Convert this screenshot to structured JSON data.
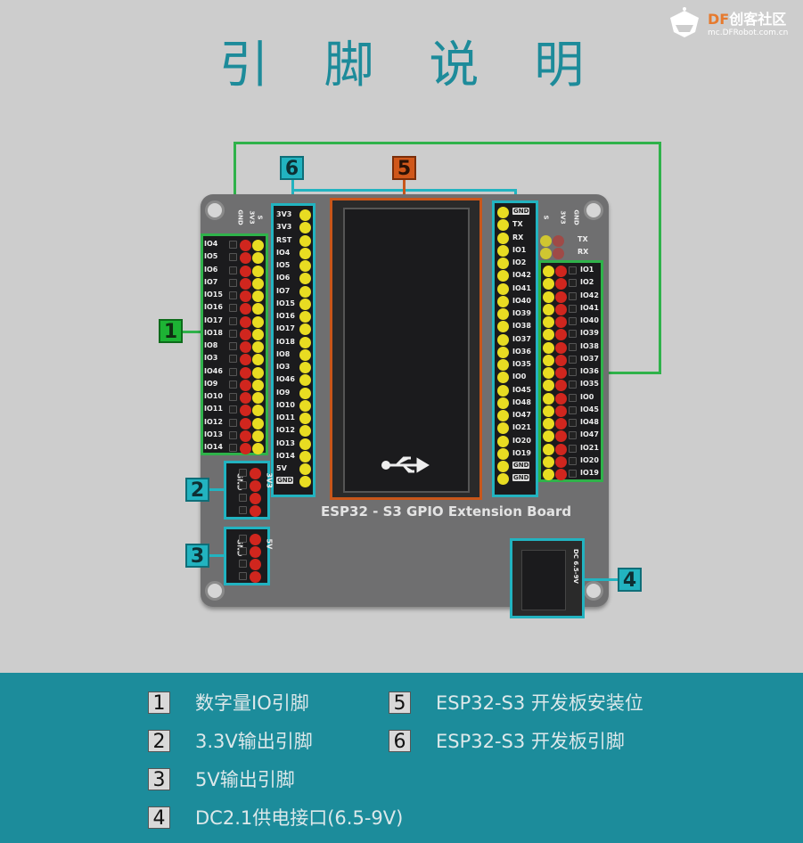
{
  "title": "引 脚 说 明",
  "logo": {
    "brand_df": "DF",
    "brand_cn": "创客社区",
    "url": "mc.DFRobot.com.cn"
  },
  "board": {
    "name": "ESP32 - S3 GPIO Extension Board",
    "left_io_header": [
      "S",
      "3V3",
      "GND"
    ],
    "left_io_pins": [
      "IO4",
      "IO5",
      "IO6",
      "IO7",
      "IO15",
      "IO16",
      "IO17",
      "IO18",
      "IO8",
      "IO3",
      "IO46",
      "IO9",
      "IO10",
      "IO11",
      "IO12",
      "IO13",
      "IO14"
    ],
    "left_socket_pins": [
      "3V3",
      "3V3",
      "RST",
      "IO4",
      "IO5",
      "IO6",
      "IO7",
      "IO15",
      "IO16",
      "IO17",
      "IO18",
      "IO8",
      "IO3",
      "IO46",
      "IO9",
      "IO10",
      "IO11",
      "IO12",
      "IO13",
      "IO14",
      "5V",
      "GND"
    ],
    "right_socket_pins": [
      "GND",
      "TX",
      "RX",
      "IO1",
      "IO2",
      "IO42",
      "IO41",
      "IO40",
      "IO39",
      "IO38",
      "IO37",
      "IO36",
      "IO35",
      "IO0",
      "IO45",
      "IO48",
      "IO47",
      "IO21",
      "IO20",
      "IO19",
      "GND",
      "GND"
    ],
    "right_io_header": [
      "S",
      "3V3",
      "GND"
    ],
    "right_uart_pins": [
      "TX",
      "RX"
    ],
    "right_io_pins": [
      "IO1",
      "IO2",
      "IO42",
      "IO41",
      "IO40",
      "IO39",
      "IO38",
      "IO37",
      "IO36",
      "IO35",
      "IO0",
      "IO45",
      "IO48",
      "IO47",
      "IO21",
      "IO20",
      "IO19"
    ],
    "power_3v3_labels": [
      "GND",
      "3V3"
    ],
    "power_5v_labels": [
      "GND",
      "5V"
    ],
    "dc_jack_label": "DC 6.5-9V"
  },
  "callouts": [
    "1",
    "2",
    "3",
    "4",
    "5",
    "6"
  ],
  "legend": [
    {
      "num": "1",
      "text": "数字量IO引脚"
    },
    {
      "num": "2",
      "text": "3.3V输出引脚"
    },
    {
      "num": "3",
      "text": "5V输出引脚"
    },
    {
      "num": "4",
      "text": "DC2.1供电接口(6.5-9V)"
    },
    {
      "num": "5",
      "text": "ESP32-S3 开发板安装位"
    },
    {
      "num": "6",
      "text": "ESP32-S3 开发板引脚"
    }
  ],
  "colors": {
    "accent": "#1c8c9b",
    "digital_io": "#2fb24a",
    "socket": "#22b3c0",
    "mount": "#c8561a",
    "signal_pin": "#e8dc22",
    "power_pin": "#d0261e",
    "gnd_pin": "#222222"
  }
}
